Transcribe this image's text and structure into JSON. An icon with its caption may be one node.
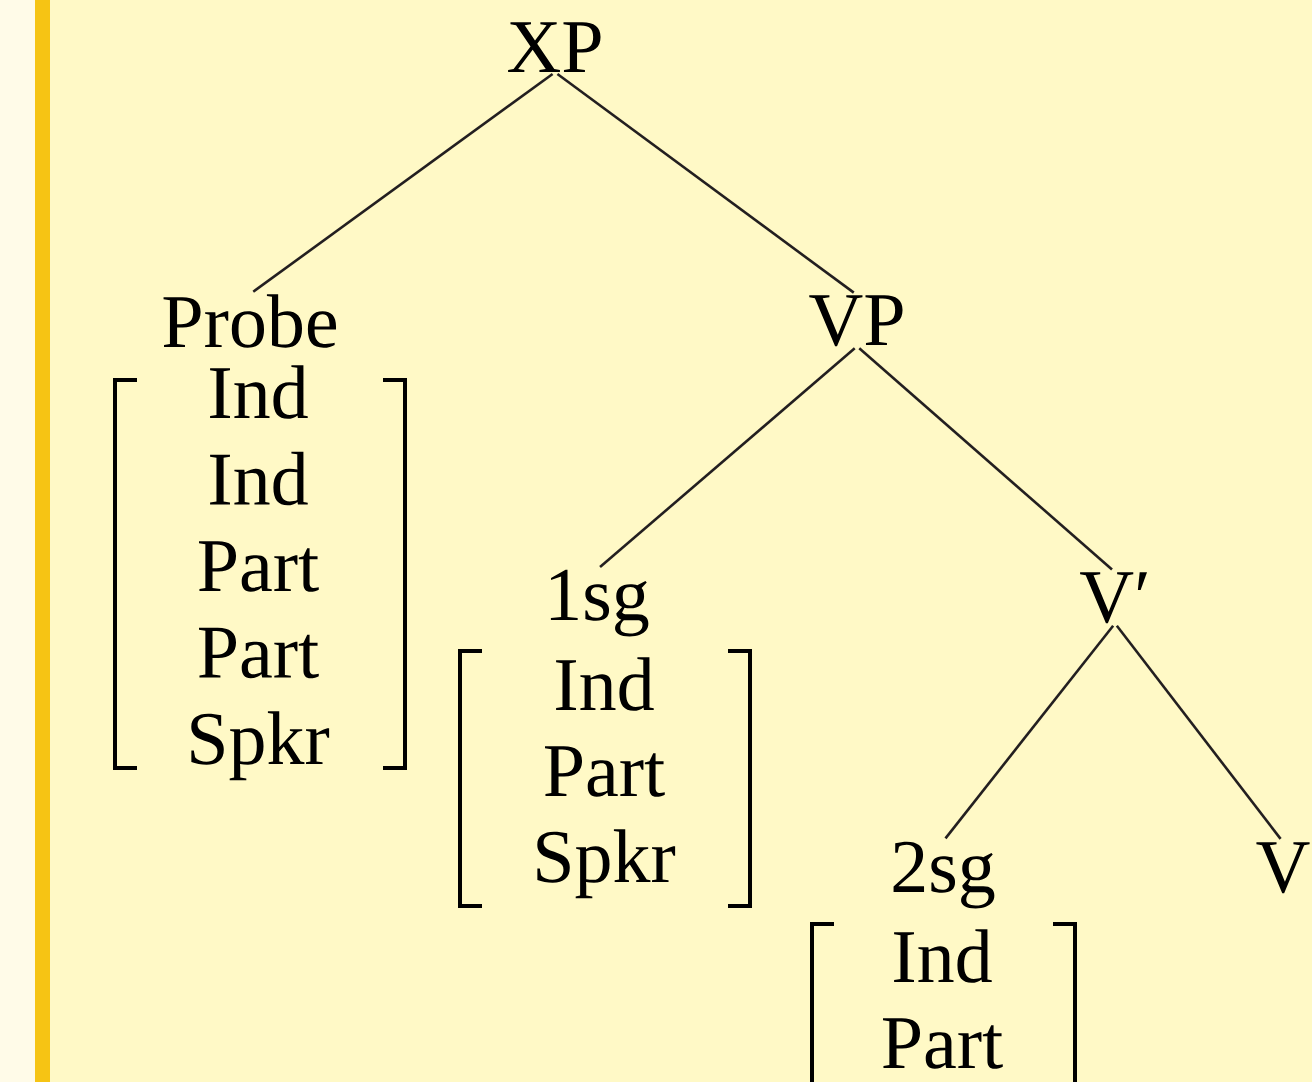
{
  "diagram": {
    "nodes": [
      {
        "text": [
          "XP"
        ]
      },
      {
        "text": [
          "Probe",
          "Ind",
          "Ind",
          "Part",
          "Part",
          "Spkr"
        ]
      },
      {
        "text": [
          "VP"
        ]
      },
      {
        "text": [
          "1sg",
          "Ind",
          "Part",
          "Spkr"
        ]
      },
      {
        "text": [
          "V′"
        ]
      },
      {
        "text": [
          "2sg",
          "Ind",
          "Part"
        ]
      },
      {
        "text": [
          "V"
        ]
      }
    ],
    "edges": [
      {
        "from": 0,
        "to": 1,
        "arrow": "none"
      },
      {
        "from": 0,
        "to": 2,
        "arrow": "none"
      },
      {
        "from": 2,
        "to": 3,
        "arrow": "none"
      },
      {
        "from": 2,
        "to": 4,
        "arrow": "none"
      },
      {
        "from": 4,
        "to": 5,
        "arrow": "none"
      },
      {
        "from": 4,
        "to": 6,
        "arrow": "none"
      }
    ]
  }
}
